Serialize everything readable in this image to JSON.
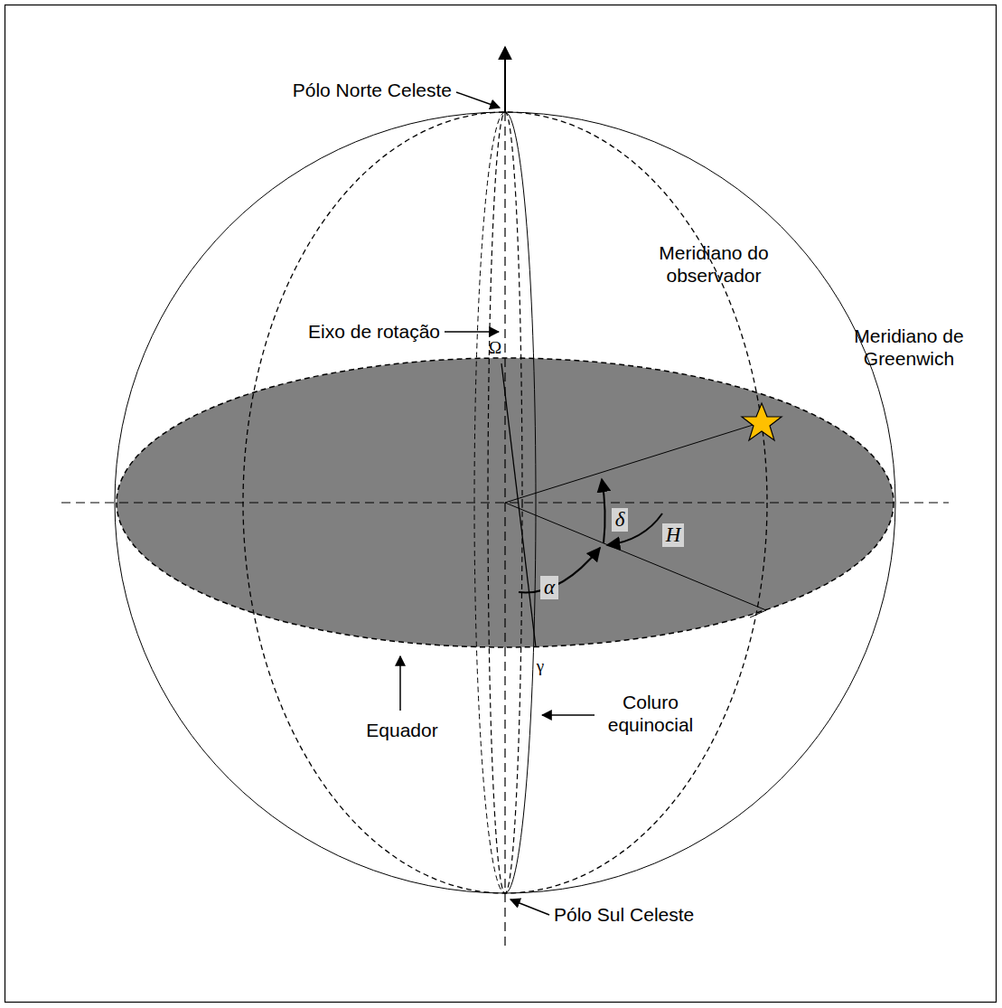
{
  "diagram": {
    "labels": [
      "Pólo Norte Celeste",
      "Meridiano do observador",
      "Eixo de rotação",
      "Meridiano de Greenwich",
      "Ω",
      "δ",
      "H",
      "α",
      "γ",
      "Equador",
      "Coluro equinocial",
      "Pólo Sul Celeste"
    ]
  }
}
